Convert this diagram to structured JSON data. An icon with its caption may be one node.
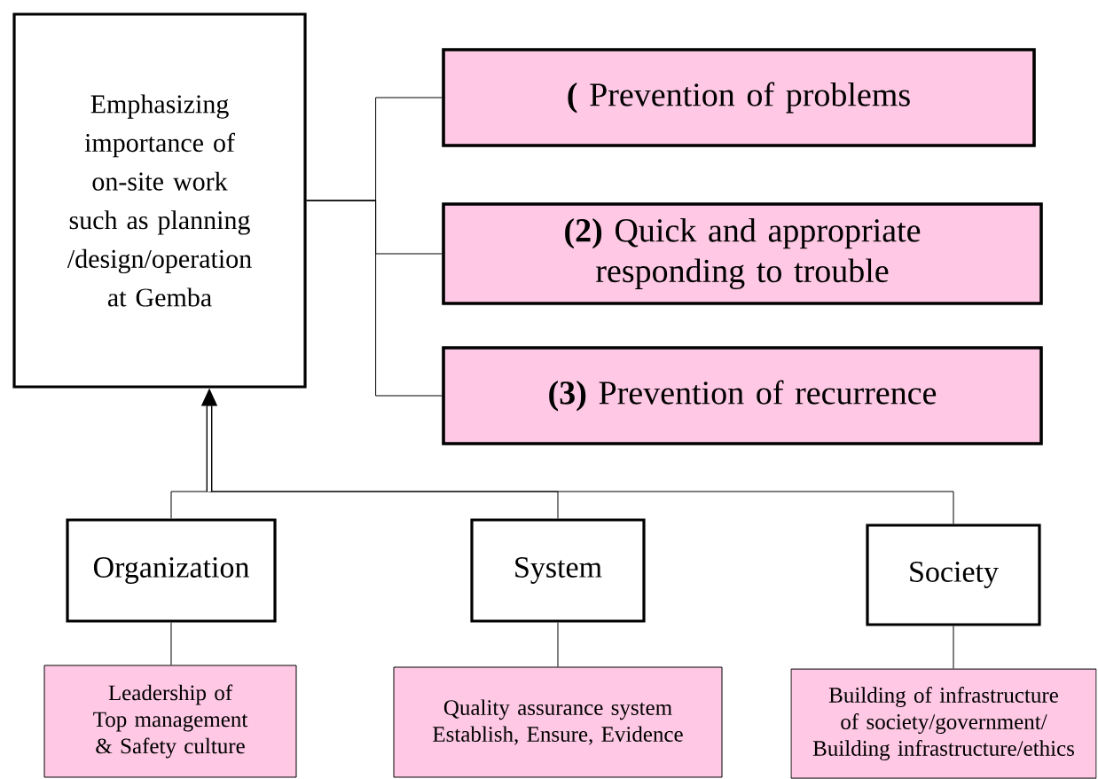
{
  "diagram": {
    "nodes": [
      {
        "text": [
          "Emphasizing importance of on-site work such as planning /design/operation at Gemba"
        ]
      },
      {
        "text": [
          "**(** Prevention of problems"
        ]
      },
      {
        "text": [
          "**(2)** Quick and appropriate responding to trouble"
        ]
      },
      {
        "text": [
          "**(3)** Prevention of recurrence"
        ]
      },
      {
        "text": [
          "Organization"
        ]
      },
      {
        "text": [
          "System"
        ]
      },
      {
        "text": [
          "Society"
        ]
      },
      {
        "text": [
          "Leadership of Top management & Safety culture"
        ]
      },
      {
        "text": [
          "Quality assurance system Establish, Ensure, Evidence"
        ]
      },
      {
        "text": [
          "Building of infrastructure of society/government/ Building infrastructure/ethics"
        ]
      }
    ],
    "edges": [
      {
        "from": 0,
        "to": 1,
        "arrow": "none"
      },
      {
        "from": 0,
        "to": 2,
        "arrow": "none"
      },
      {
        "from": 0,
        "to": 3,
        "arrow": "none"
      },
      {
        "from": 4,
        "to": 0,
        "arrow": "to",
        "style": "thick"
      },
      {
        "from": 5,
        "to": 0,
        "arrow": "to"
      },
      {
        "from": 6,
        "to": 0,
        "arrow": "to"
      },
      {
        "from": 4,
        "to": 7,
        "arrow": "none"
      },
      {
        "from": 5,
        "to": 8,
        "arrow": "none"
      },
      {
        "from": 6,
        "to": 9,
        "arrow": "none"
      }
    ]
  }
}
